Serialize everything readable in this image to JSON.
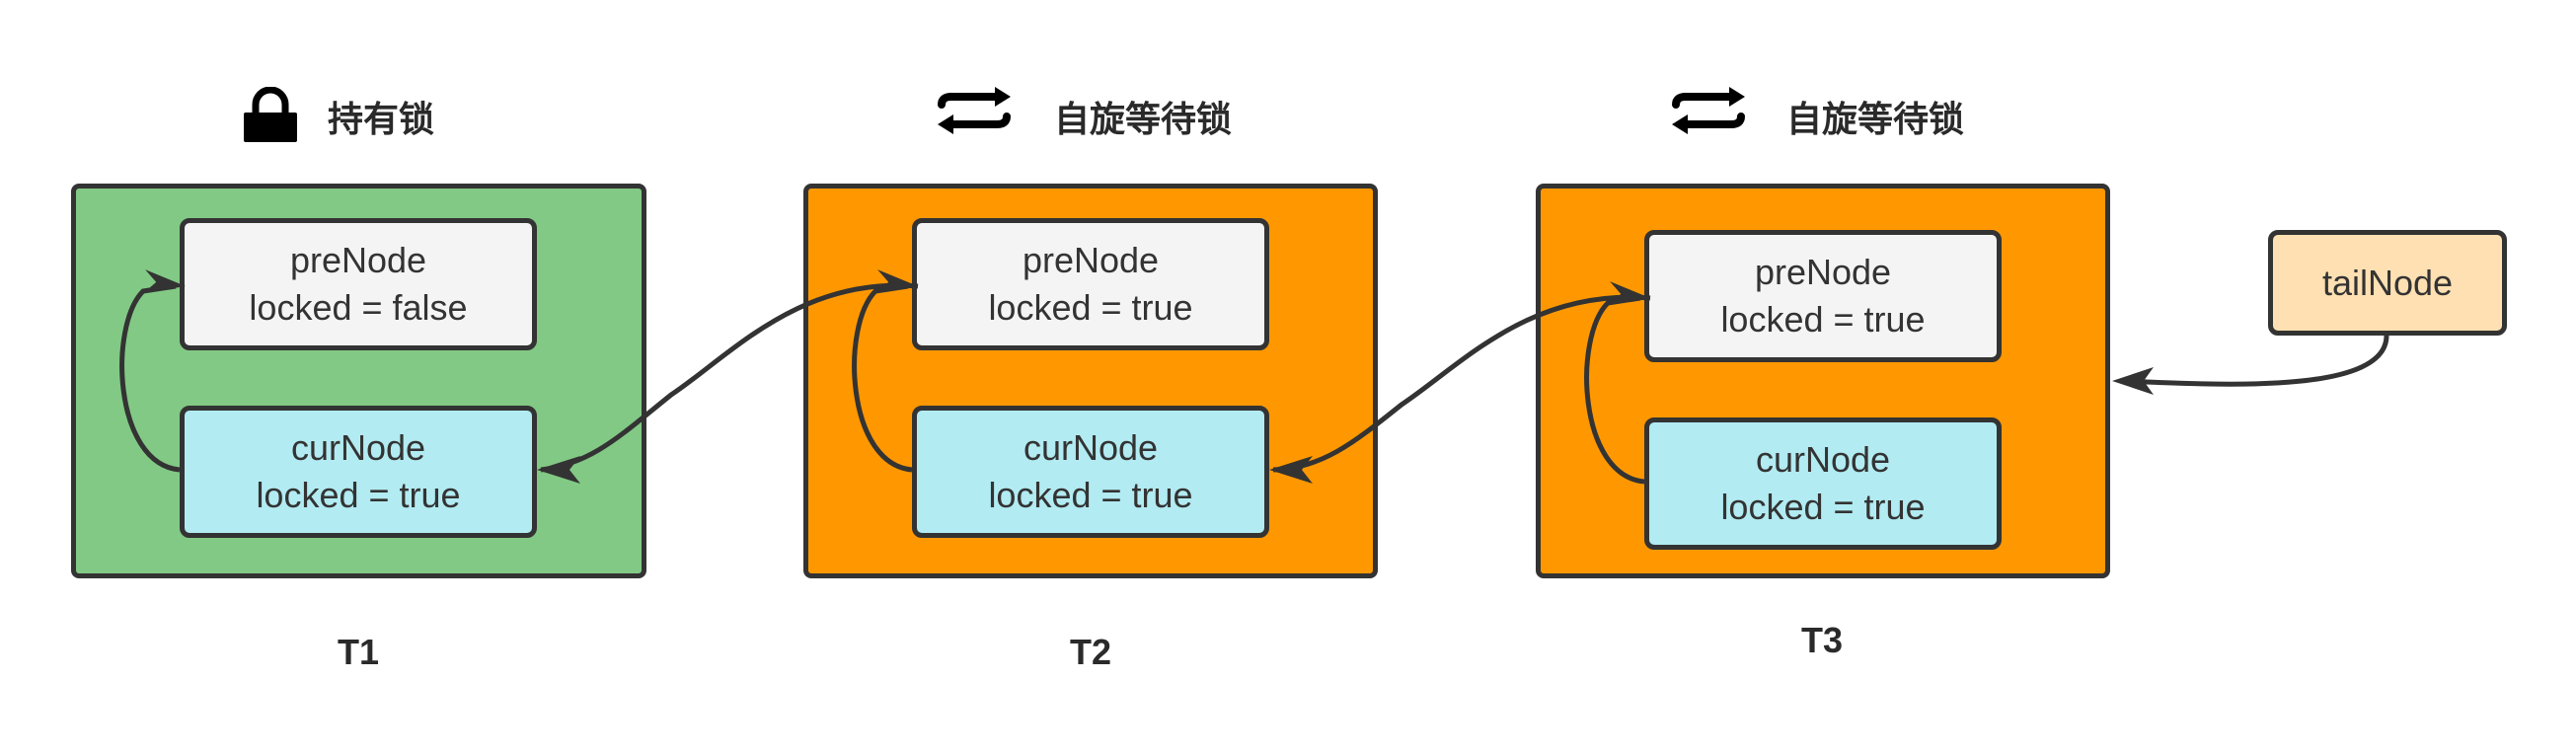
{
  "headings": {
    "t1": "持有锁",
    "t2": "自旋等待锁",
    "t3": "自旋等待锁"
  },
  "icons": {
    "t1": "lock-icon",
    "t2": "spin-arrows-icon",
    "t3": "spin-arrows-icon"
  },
  "threads": {
    "t1": {
      "label": "T1",
      "color": "#82c985",
      "pre": {
        "name": "preNode",
        "state": "locked = false"
      },
      "cur": {
        "name": "curNode",
        "state": "locked = true"
      }
    },
    "t2": {
      "label": "T2",
      "color": "#ff9800",
      "pre": {
        "name": "preNode",
        "state": "locked = true"
      },
      "cur": {
        "name": "curNode",
        "state": "locked = true"
      }
    },
    "t3": {
      "label": "T3",
      "color": "#ff9800",
      "pre": {
        "name": "preNode",
        "state": "locked = true"
      },
      "cur": {
        "name": "curNode",
        "state": "locked = true"
      }
    }
  },
  "tail": {
    "name": "tailNode",
    "color": "#ffe0b2"
  },
  "colors": {
    "stroke": "#333333",
    "pre_node": "#f4f4f4",
    "cur_node": "#b2ebf2"
  }
}
